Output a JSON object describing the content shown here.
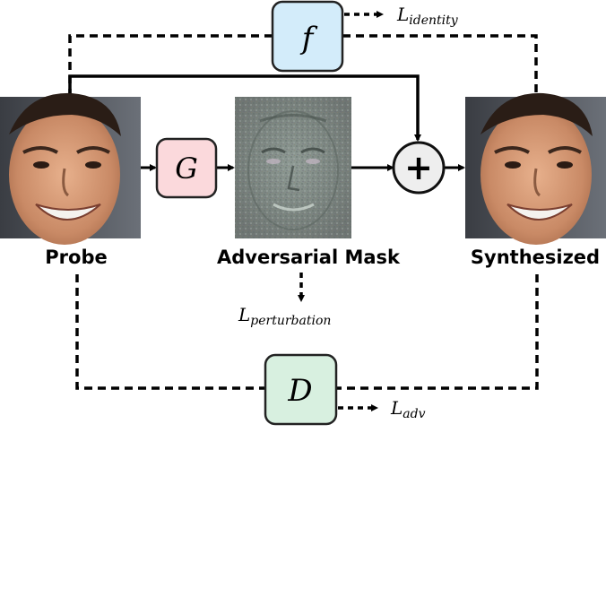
{
  "nodes": {
    "probe": {
      "label": "Probe"
    },
    "mask": {
      "label": "Adversarial Mask"
    },
    "synth": {
      "label": "Synthesized"
    },
    "generator": {
      "symbol": "G",
      "fill": "#fbd9dc"
    },
    "identity_net": {
      "symbol": "f",
      "fill": "#d3ecfa"
    },
    "discriminator": {
      "symbol": "D",
      "fill": "#d8f0e0"
    },
    "adder": {
      "symbol": "+",
      "fill": "#eeeeee"
    }
  },
  "losses": {
    "identity": {
      "base": "L",
      "sub": "identity"
    },
    "perturbation": {
      "base": "L",
      "sub": "perturbation"
    },
    "adv": {
      "base": "L",
      "sub": "adv"
    }
  },
  "colors": {
    "line": "#000000",
    "box_stroke": "#222222"
  },
  "icons": {
    "face_photo": "face-photo",
    "noise_mask": "noise-mask"
  }
}
